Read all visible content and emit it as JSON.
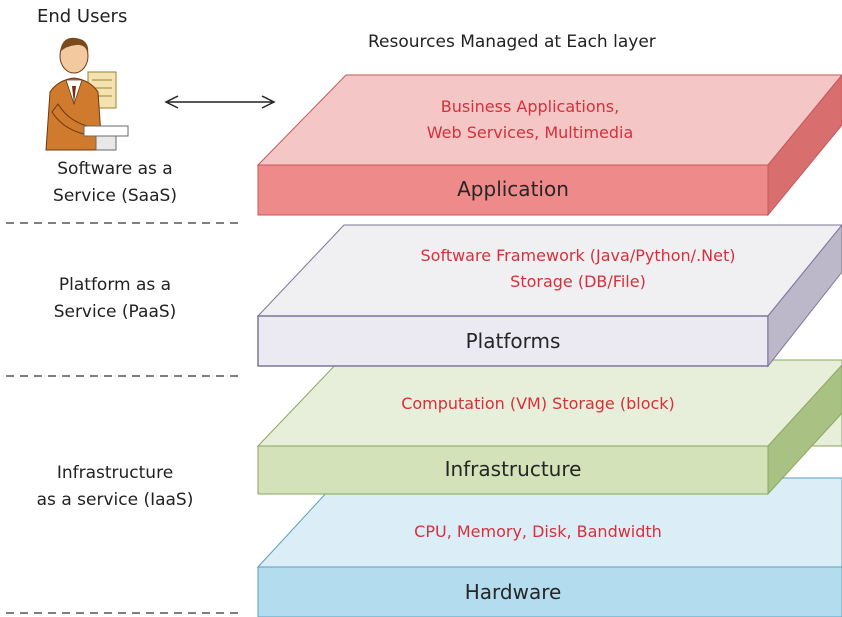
{
  "header": {
    "end_users": "End Users",
    "resources_title": "Resources Managed at Each layer"
  },
  "service_models": [
    {
      "line1": "Software as a",
      "line2": "Service (SaaS)"
    },
    {
      "line1": "Platform as a",
      "line2": "Service (PaaS)"
    },
    {
      "line1": "Infrastructure",
      "line2": "as a service (IaaS)"
    }
  ],
  "layers": [
    {
      "name": "Application",
      "desc_line1": "Business Applications,",
      "desc_line2": "Web Services,  Multimedia",
      "colors": {
        "top": "#f4c6c6",
        "front": "#ef8a8a",
        "side": "#d86e6e",
        "edge": "#c45a5a"
      }
    },
    {
      "name": "Platforms",
      "desc_line1": "Software Framework (Java/Python/.Net)",
      "desc_line2": "Storage (DB/File)",
      "colors": {
        "top": "#f0f0f3",
        "front": "#ebe9f1",
        "side": "#bcb7c9",
        "edge": "#7d769a"
      }
    },
    {
      "name": "Infrastructure",
      "desc_line1": "Computation (VM)  Storage (block)",
      "desc_line2": "",
      "colors": {
        "top": "#e7eed9",
        "front": "#d3e2b8",
        "side": "#aac184",
        "edge": "#8aa660"
      }
    },
    {
      "name": "Hardware",
      "desc_line1": "CPU, Memory, Disk, Bandwidth",
      "desc_line2": "",
      "colors": {
        "top": "#dbeef7",
        "front": "#b3dcee",
        "side": "#7fbcd7",
        "edge": "#5c9fbd"
      }
    }
  ],
  "colors": {
    "description_text": "#d6303a",
    "divider": "#555555"
  }
}
